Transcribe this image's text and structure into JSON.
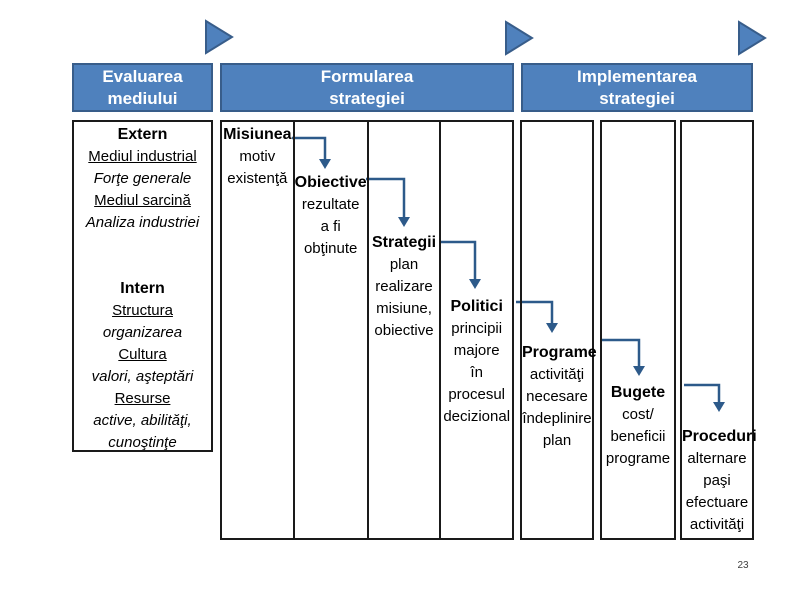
{
  "slide": {
    "page_number": "23"
  },
  "colors": {
    "accent": "#4f81bd",
    "accent_border": "#385d8a",
    "arrow": "#2d5a8a",
    "box_border": "#1a1a1a"
  },
  "phases": [
    {
      "title": "Evaluarea\nmediului"
    },
    {
      "title": "Formularea\nstrategiei"
    },
    {
      "title": "Implementarea\nstrategiei"
    }
  ],
  "env_box": {
    "lines": [
      {
        "text": "Extern",
        "style": "bold"
      },
      {
        "text": "Mediul industrial",
        "style": "underline"
      },
      {
        "text": "Forţe generale",
        "style": "italic"
      },
      {
        "text": "Mediul sarcină",
        "style": "underline"
      },
      {
        "text": "Analiza industriei",
        "style": "italic"
      },
      {
        "text": "",
        "style": "blank"
      },
      {
        "text": "",
        "style": "blank"
      },
      {
        "text": "Intern",
        "style": "bold"
      },
      {
        "text": "Structura",
        "style": "underline"
      },
      {
        "text": "organizarea",
        "style": "italic"
      },
      {
        "text": "Cultura",
        "style": "underline"
      },
      {
        "text": "valori, aşteptări",
        "style": "italic"
      },
      {
        "text": "Resurse",
        "style": "underline"
      },
      {
        "text": "active, abilităţi,",
        "style": "italic"
      },
      {
        "text": "cunoştinţe",
        "style": "italic"
      }
    ]
  },
  "columns": [
    {
      "title": "Misiunea",
      "body": "motiv\nexistenţă"
    },
    {
      "title": "Obiective",
      "body": "rezultate\na fi\nobţinute"
    },
    {
      "title": "Strategii",
      "body": "plan\nrealizare\nmisiune,\nobiective"
    },
    {
      "title": "Politici",
      "body": "principii\nmajore\nîn\nprocesul\ndecizional"
    },
    {
      "title": "Programe",
      "body": "activităţi\nnecesare\nîndeplinire\nplan"
    },
    {
      "title": "Bugete",
      "body": "cost/\nbeneficii\nprograme"
    },
    {
      "title": "Proceduri",
      "body": "alternare\npaşi\nefectuare\nactivităţi"
    }
  ]
}
